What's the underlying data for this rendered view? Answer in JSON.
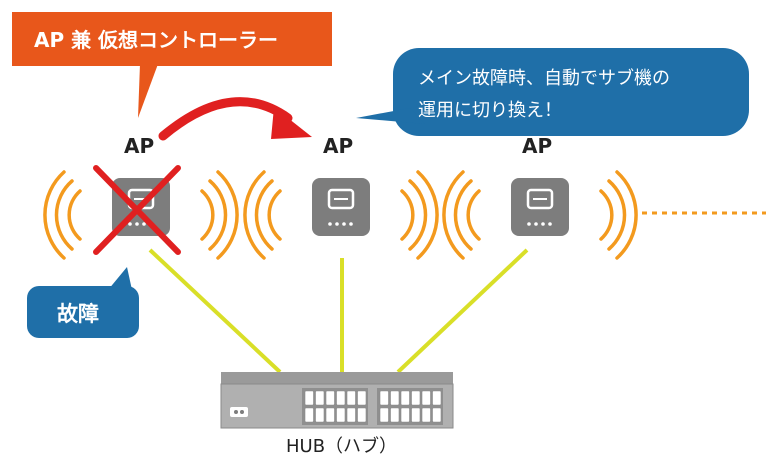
{
  "callout_controller": "AP 兼 仮想コントローラー",
  "callout_failover_line1": "メイン故障時、自動でサブ機の",
  "callout_failover_line2": "運用に切り換え！",
  "callout_fault": "故障",
  "ap_labels": [
    "AP",
    "AP",
    "AP"
  ],
  "hub_label": "HUB（ハブ）",
  "colors": {
    "orange_callout": "#e8571b",
    "blue_callout": "#1f6fa8",
    "signal_arcs": "#f39a1e",
    "ap_device": "#7d7d7d",
    "cable": "#d9df28",
    "red_mark": "#e02020",
    "hub_body": "#9a9a9a",
    "text": "#222222"
  }
}
